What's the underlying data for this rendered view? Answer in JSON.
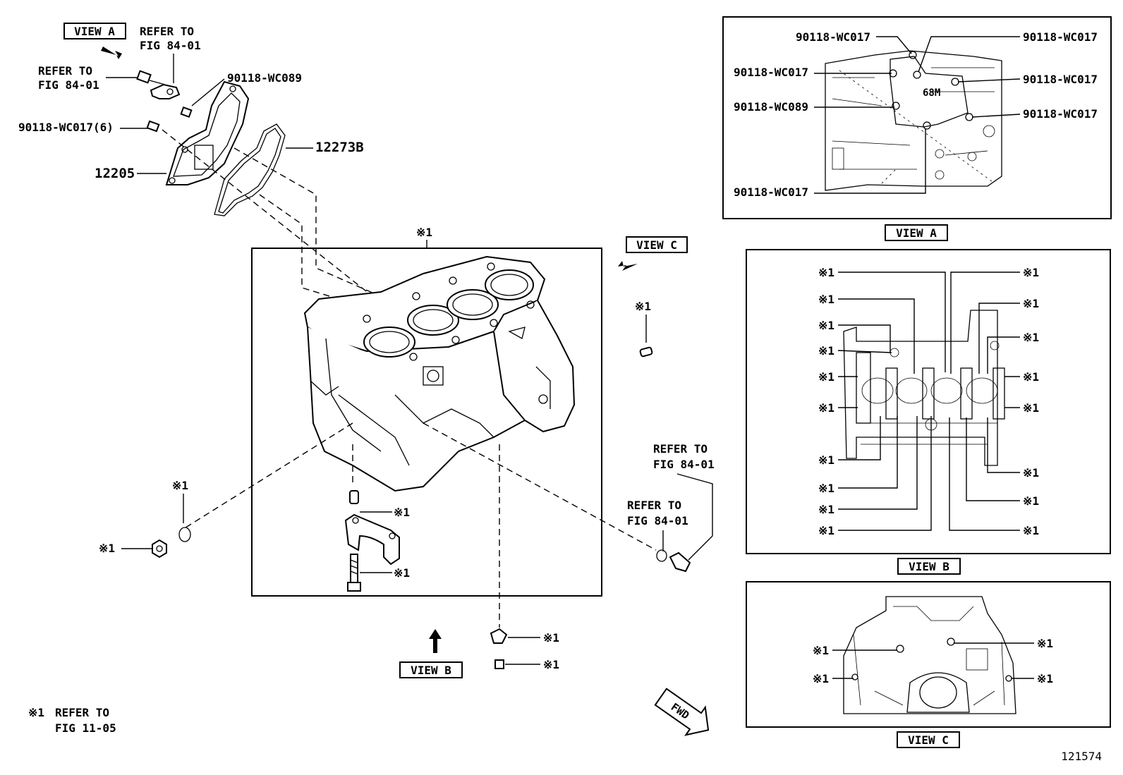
{
  "views": {
    "view_a_tag": "VIEW A",
    "view_a_title": "VIEW A",
    "view_b_tag": "VIEW B",
    "view_b_title": "VIEW B",
    "view_c_tag": "VIEW C",
    "view_c_title": "VIEW C",
    "fwd": "FWD"
  },
  "labels": {
    "refer_84_01_a1": "REFER TO",
    "refer_84_01_a2": "FIG 84-01",
    "refer_84_01_b1": "REFER TO",
    "refer_84_01_b2": "FIG 84-01",
    "refer_84_01_c1": "REFER TO",
    "refer_84_01_c2": "FIG 84-01",
    "refer_84_01_d1": "REFER TO",
    "refer_84_01_d2": "FIG 84-01",
    "bolt_wc089": "90118-WC089",
    "bolt_wc017_6": "90118-WC017(6)",
    "gasket": "12273B",
    "cover": "12205",
    "ref_mark": "※1",
    "footnote_mark": "※1",
    "footnote_1": "REFER TO",
    "footnote_2": "FIG 11-05",
    "illustration_id": "121574"
  },
  "view_a_callouts": {
    "l1": "90118-WC017",
    "l2": "90118-WC017",
    "l3": "90118-WC089",
    "l4": "90118-WC017",
    "r1": "90118-WC017",
    "r2": "90118-WC017",
    "r3": "90118-WC017",
    "stamp": "68M"
  }
}
